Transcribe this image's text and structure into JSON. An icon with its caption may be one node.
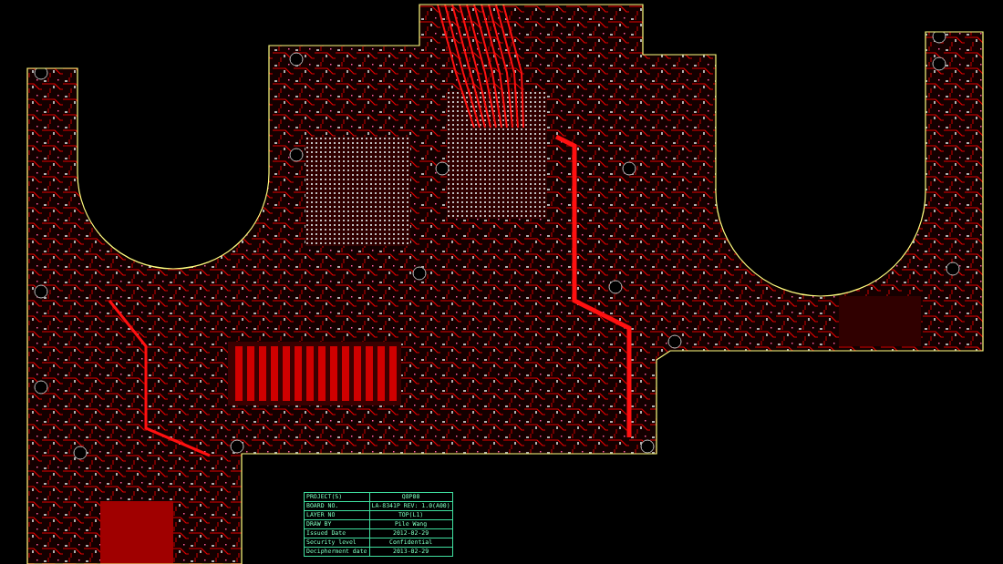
{
  "diagram": {
    "labels": [
      "PROJECT(S)",
      "Q8P00",
      "BOARD NO.",
      "LA-8341P REV: 1.0(A00)",
      "LAYER NO",
      "TOP(L1)",
      "DRAW BY",
      "Pile Wang",
      "Issued Date",
      "2012-02-29",
      "Security level",
      "Confidential",
      "Decipherment date",
      "2013-02-29"
    ]
  }
}
